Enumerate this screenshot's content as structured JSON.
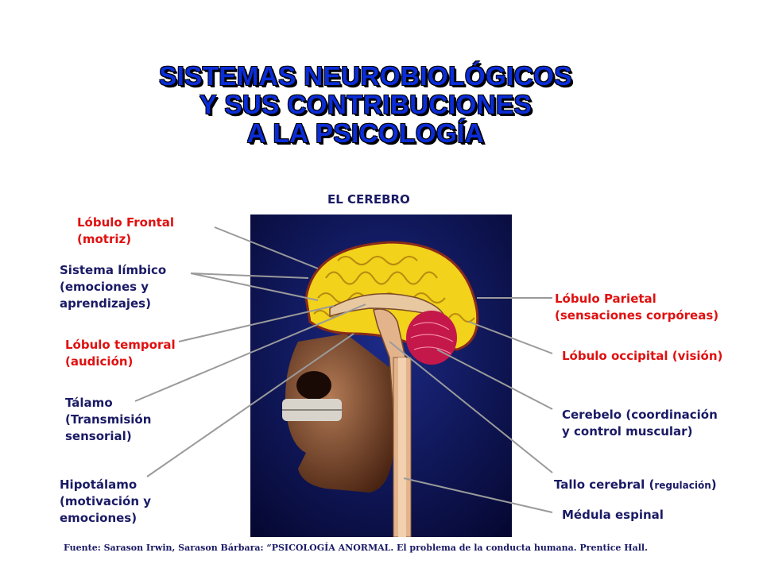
{
  "title": {
    "line1": "SISTEMAS NEUROBIOLÓGICOS",
    "line2": "Y SUS CONTRIBUCIONES",
    "line3": "A LA PSICOLOGÍA"
  },
  "heading": "EL CEREBRO",
  "labels": {
    "frontal": {
      "l1": "Lóbulo Frontal",
      "l2": "(motriz)"
    },
    "limbico": {
      "l1": "Sistema límbico",
      "l2": "(emociones y",
      "l3": "aprendizajes)"
    },
    "temporal": {
      "l1": "Lóbulo temporal",
      "l2": "(audición)"
    },
    "talamo": {
      "l1": "Tálamo",
      "l2": "(Transmisión",
      "l3": "sensorial)"
    },
    "hipotalamo": {
      "l1": "Hipotálamo",
      "l2": "(motivación y",
      "l3": "emociones)"
    },
    "parietal": {
      "l1": "Lóbulo Parietal",
      "l2": "(sensaciones corpóreas)"
    },
    "occipital": {
      "l1": "Lóbulo occipital (visión)"
    },
    "cerebelo": {
      "l1": "Cerebelo (coordinación",
      "l2": "y control muscular)"
    },
    "tallo": {
      "l1": "Tallo cerebral (",
      "l1_small": "regulación",
      "l1_end": ")"
    },
    "medula": {
      "l1": "Médula espinal"
    }
  },
  "footer": "Fuente: Sarason Irwin, Sarason Bárbara: “PSICOLOGÍA ANORMAL. El problema de la conducta humana. Prentice Hall.",
  "colors": {
    "title_blue": "#0a2dd8",
    "label_red": "#e01010",
    "label_navy": "#1a1a66",
    "panel_dark": "#0b0f4a",
    "cortex_yellow": "#f2d21a",
    "cerebellum_pink": "#c4184a"
  }
}
